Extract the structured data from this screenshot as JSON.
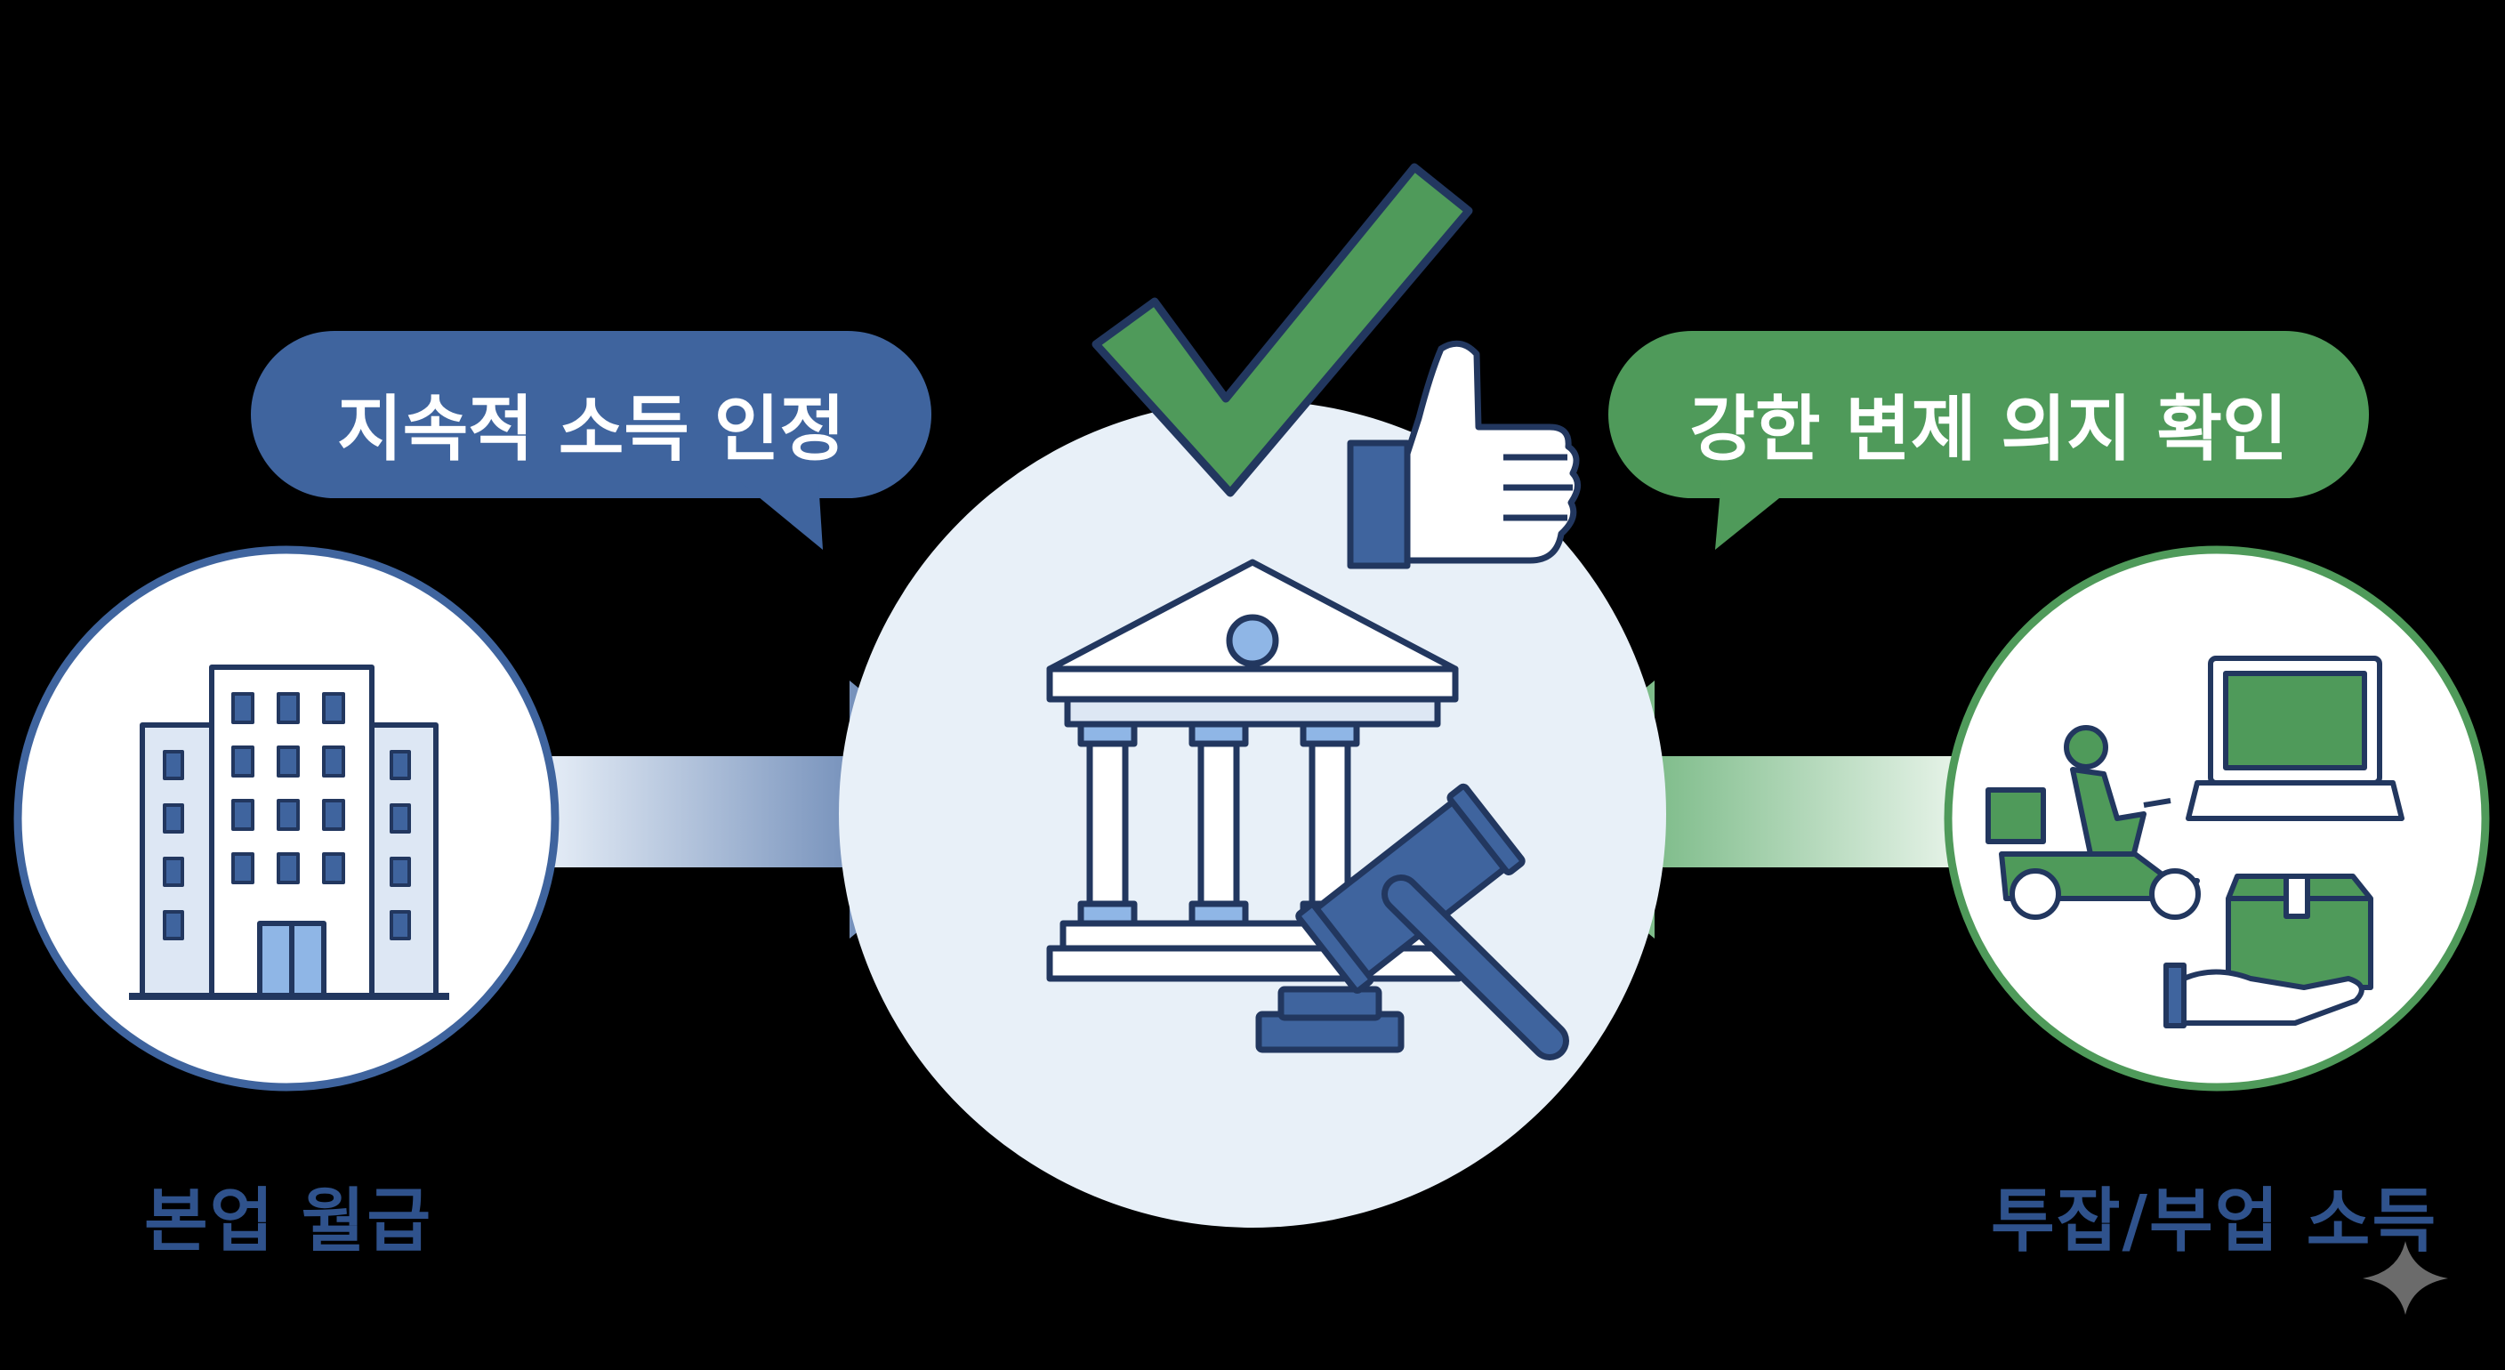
{
  "left_bubble": {
    "label": "지속적 소득 인정",
    "color": "#3f649e"
  },
  "right_bubble": {
    "label": "강한 변제 의지 확인",
    "color": "#4f9a5a"
  },
  "left_source": {
    "caption": "본업 월급",
    "icon": "office-building-icon",
    "color": "#2f528c"
  },
  "right_source": {
    "caption": "투잡/부업 소득",
    "icon_set": [
      "delivery-scooter-icon",
      "laptop-icon",
      "package-in-hand-icon"
    ],
    "color": "#2f528c"
  },
  "center": {
    "icon": "courthouse-icon",
    "extras": [
      "checkmark-icon",
      "thumbs-up-icon",
      "gavel-icon"
    ]
  },
  "colors": {
    "blue": "#3f649e",
    "green": "#4f9a5a",
    "dark_navy": "#22375f",
    "center_fill": "#e8f0f8",
    "background": "#000000"
  }
}
